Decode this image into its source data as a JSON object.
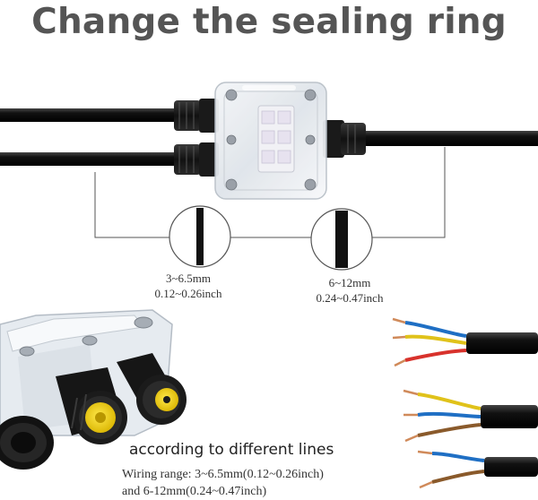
{
  "title": "Change the sealing ring",
  "dimensions": {
    "small": {
      "mm": "3~6.5mm",
      "inch": "0.12~0.26inch"
    },
    "large": {
      "mm": "6~12mm",
      "inch": "0.24~0.47inch"
    }
  },
  "caption": {
    "main": "according to different lines",
    "range_line1": "Wiring range: 3~6.5mm(0.12~0.26inch)",
    "range_line2": "and 6-12mm(0.24~0.47inch)"
  },
  "colors": {
    "title": "#555555",
    "cable": "#111111",
    "gland_seal": "#f2d21b",
    "wire_blue": "#1f6fc4",
    "wire_yellow": "#e0c21a",
    "wire_red": "#d8322c",
    "wire_brown": "#8a5a2b",
    "copper": "#d08a5a"
  }
}
